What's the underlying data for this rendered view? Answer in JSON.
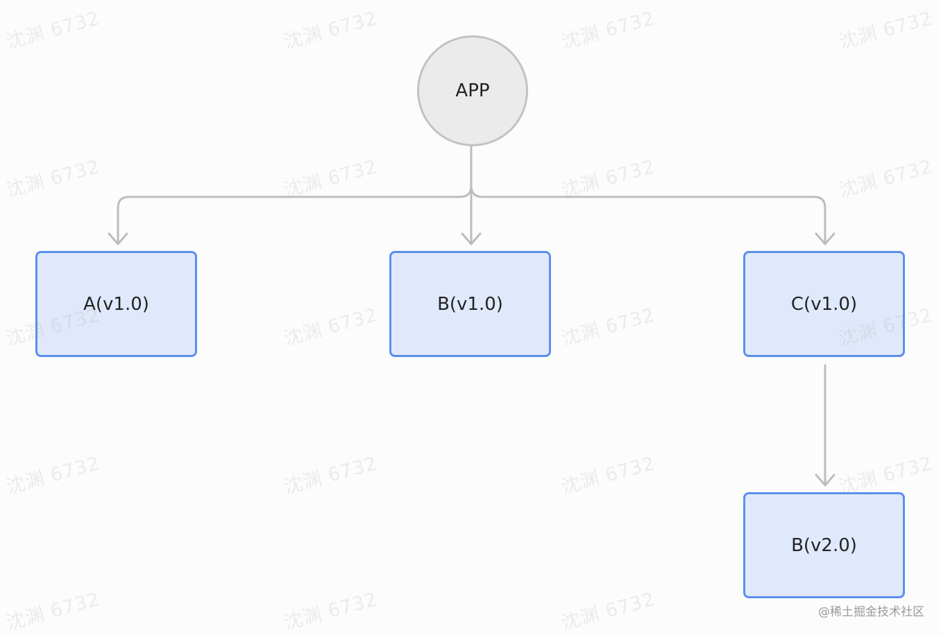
{
  "diagram": {
    "nodes": {
      "app": "APP",
      "a_v1": "A(v1.0)",
      "b_v1": "B(v1.0)",
      "c_v1": "C(v1.0)",
      "b_v2": "B(v2.0)"
    },
    "edges": [
      {
        "from": "app",
        "to": "a_v1"
      },
      {
        "from": "app",
        "to": "b_v1"
      },
      {
        "from": "app",
        "to": "c_v1"
      },
      {
        "from": "c_v1",
        "to": "b_v2"
      }
    ]
  },
  "watermark": {
    "text": "沈渊 6732"
  },
  "credit": "@稀土掘金技术社区",
  "colors": {
    "background": "#fcfcfc",
    "circle_fill": "#ebebeb",
    "circle_stroke": "#c2c2c2",
    "box_fill": "#e0e9fb",
    "box_stroke": "#5b8fec",
    "edge": "#bdbdbd"
  }
}
